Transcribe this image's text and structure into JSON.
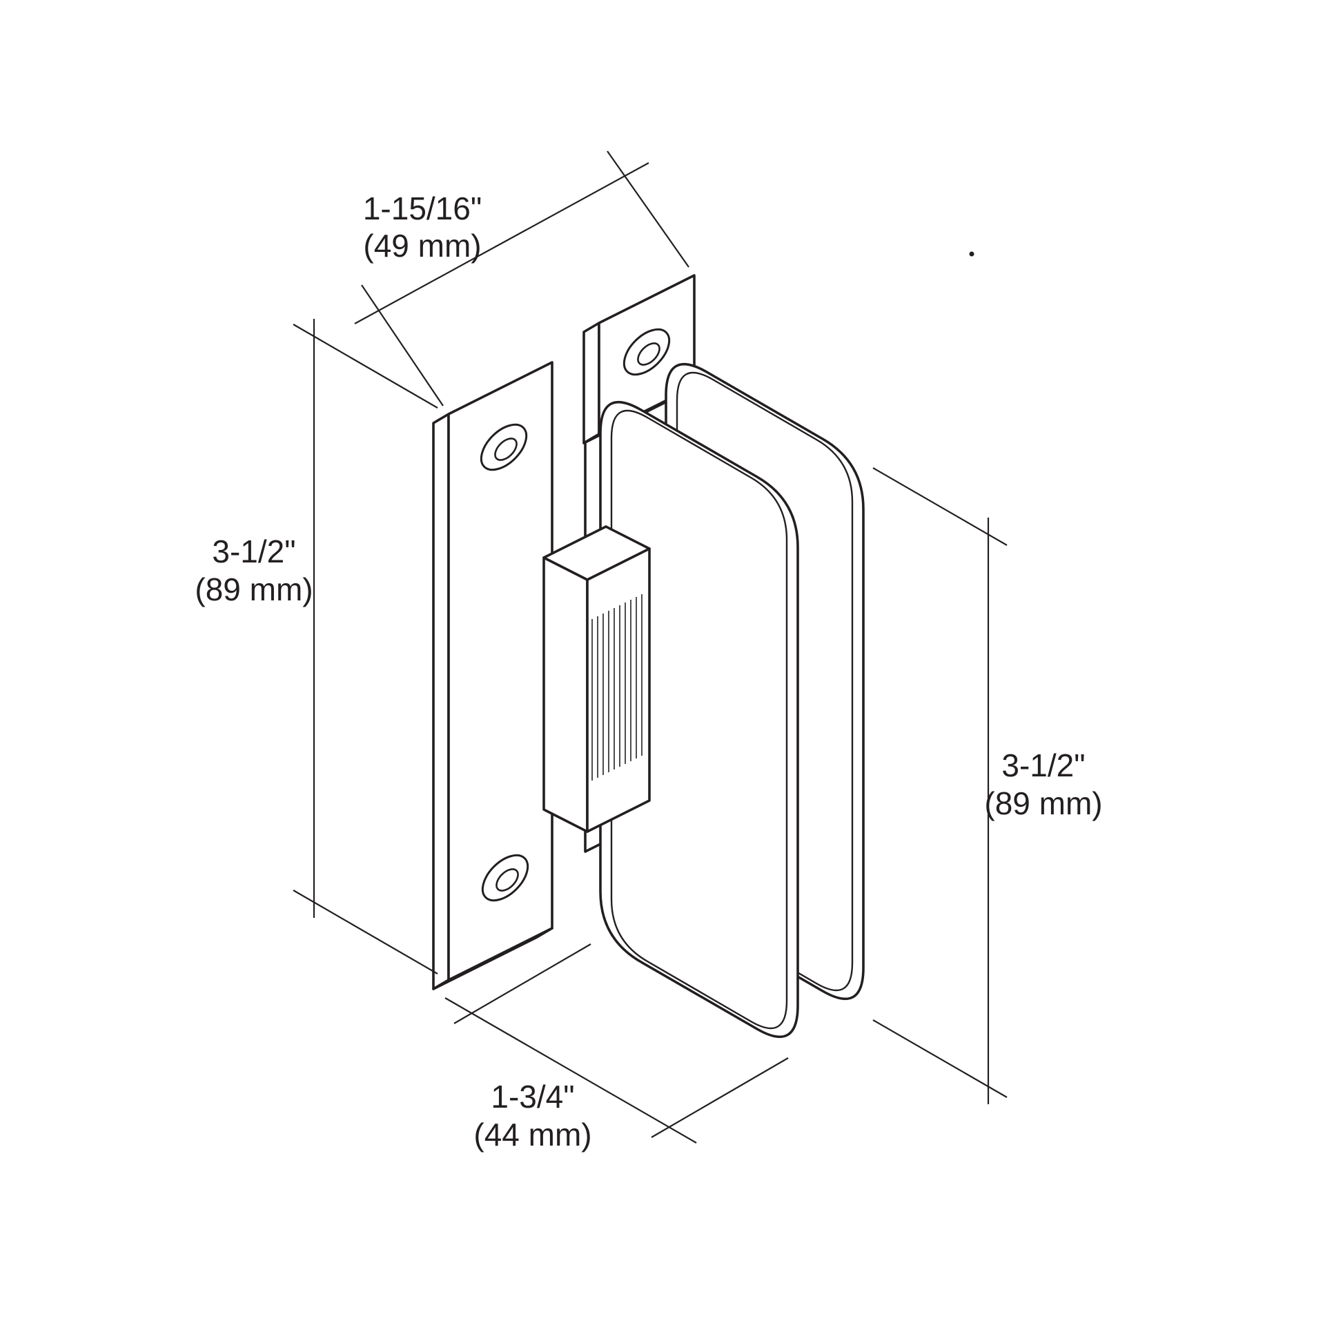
{
  "figure": {
    "background_color": "#ffffff",
    "line_color": "#231f20",
    "dimensions": {
      "top": {
        "inches": "1-15/16\"",
        "mm": "(49 mm)"
      },
      "left": {
        "inches": "3-1/2\"",
        "mm": "(89 mm)"
      },
      "right": {
        "inches": "3-1/2\"",
        "mm": "(89 mm)"
      },
      "bottom": {
        "inches": "1-3/4\"",
        "mm": "(44 mm)"
      }
    }
  }
}
